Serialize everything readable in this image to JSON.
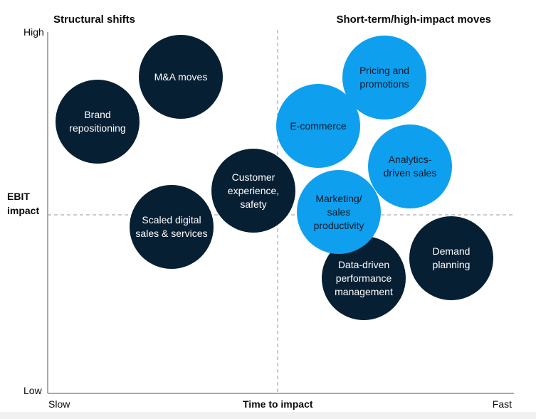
{
  "headers": {
    "left": "Structural shifts",
    "right": "Short-term/high-impact moves"
  },
  "y_axis": {
    "label": "EBIT impact",
    "high": "High",
    "low": "Low"
  },
  "x_axis": {
    "label": "Time to impact",
    "slow": "Slow",
    "fast": "Fast"
  },
  "colors": {
    "structural": "#061f33",
    "short_term": "#0e9fee",
    "axis": "#555555",
    "divider": "#9a9a9a"
  },
  "bubbles": [
    {
      "id": "brand-repositioning",
      "label": "Brand\nrepositioning",
      "group": "structural"
    },
    {
      "id": "ma-moves",
      "label": "M&A moves",
      "group": "structural"
    },
    {
      "id": "scaled-digital",
      "label": "Scaled digital\nsales & services",
      "group": "structural"
    },
    {
      "id": "customer-experience",
      "label": "Customer\nexperience,\nsafety",
      "group": "structural"
    },
    {
      "id": "data-driven",
      "label": "Data-driven\nperformance\nmanagement",
      "group": "structural"
    },
    {
      "id": "demand-planning",
      "label": "Demand\nplanning",
      "group": "structural"
    },
    {
      "id": "pricing-promotions",
      "label": "Pricing and\npromotions",
      "group": "short-term"
    },
    {
      "id": "e-commerce",
      "label": "E-commerce",
      "group": "short-term"
    },
    {
      "id": "analytics-sales",
      "label": "Analytics-\ndriven sales",
      "group": "short-term"
    },
    {
      "id": "marketing-productivity",
      "label": "Marketing/\nsales\nproductivity",
      "group": "short-term"
    }
  ]
}
